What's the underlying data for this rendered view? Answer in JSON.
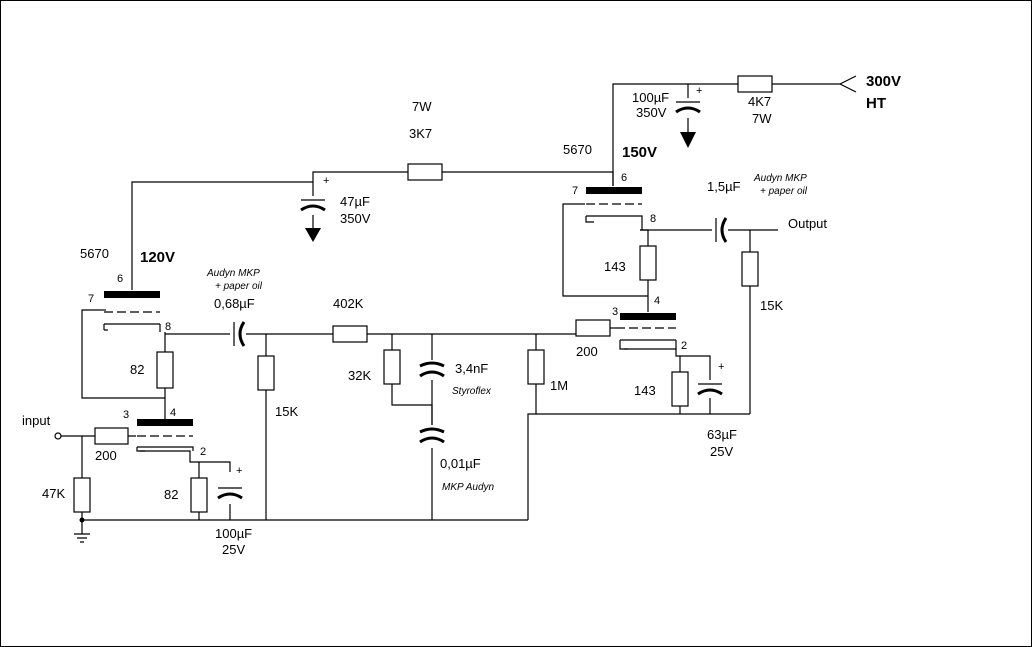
{
  "supply": {
    "voltage": "300V",
    "name": "HT"
  },
  "tubes": {
    "stage1": {
      "type": "5670",
      "voltage": "120V"
    },
    "stage2": {
      "type": "5670",
      "voltage": "150V"
    }
  },
  "labels": {
    "input": "input",
    "output": "Output",
    "r_input_grid": "200",
    "r_input_leak": "47K",
    "r_cath1": "82",
    "r_cath1b": "82",
    "c_cath1_val": "100µF",
    "c_cath1_v": "25V",
    "c_coupling1_note1": "Audyn MKP",
    "c_coupling1_note2": "+ paper oil",
    "c_coupling1_val": "0,68µF",
    "r_15k_1": "15K",
    "r_402k": "402K",
    "r_32k": "32K",
    "c_34nf": "3,4nF",
    "c_34nf_note": "Styroflex",
    "c_001": "0,01µF",
    "c_001_note": "MKP Audyn",
    "r_1m": "1M",
    "r_200_2": "200",
    "r_143_top": "143",
    "r_143_bot": "143",
    "c_63_val": "63µF",
    "c_63_v": "25V",
    "r_15k_2": "15K",
    "c_out_val": "1,5µF",
    "c_out_note1": "Audyn MKP",
    "c_out_note2": "+ paper oil",
    "r_3k7_w": "7W",
    "r_3k7": "3K7",
    "c_47_val": "47µF",
    "c_47_v": "350V",
    "c_100_val": "100µF",
    "c_100_v": "350V",
    "r_4k7": "4K7",
    "r_4k7_w": "7W",
    "plus": "+",
    "pins": {
      "p6": "6",
      "p7": "7",
      "p8": "8",
      "p3": "3",
      "p4": "4",
      "p2": "2"
    }
  }
}
